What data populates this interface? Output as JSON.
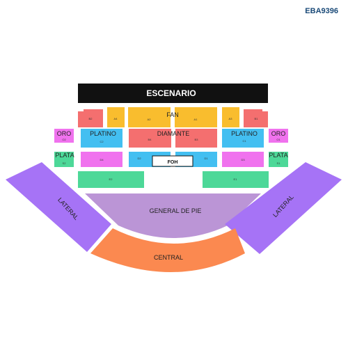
{
  "header": {
    "code": "EBA9396"
  },
  "stage": {
    "label": "ESCENARIO"
  },
  "foh": {
    "label": "FOH"
  },
  "labels": {
    "fan": "FAN",
    "diamante": "DIAMANTE",
    "platino": "PLATINO",
    "oro": "ORO",
    "plata": "PLATA",
    "lateral": "LATERAL",
    "general": "GENERAL DE PIE",
    "central": "CENTRAL"
  },
  "sections": {
    "b2": "B2",
    "a4": "A4",
    "a2": "A2",
    "a1": "A1",
    "a3": "A3",
    "b1": "B1",
    "o2": "O2",
    "c2": "C2",
    "b4": "B4",
    "b3": "B3",
    "c1": "C1",
    "o1": "O1",
    "s2": "S2",
    "d4": "D4",
    "d2": "D2",
    "d1": "D1",
    "d3": "D3",
    "s1": "S1",
    "e2": "E2",
    "e1": "E1"
  },
  "colors": {
    "stage": "#111111",
    "red": "#f46f6f",
    "orange": "#f9bd2e",
    "blue": "#43bff1",
    "pink": "#f072ee",
    "green": "#4dd898",
    "purple": "#a673f6",
    "lavender": "#bb95d6",
    "central": "#fb8950",
    "code": "#1a4a78"
  }
}
